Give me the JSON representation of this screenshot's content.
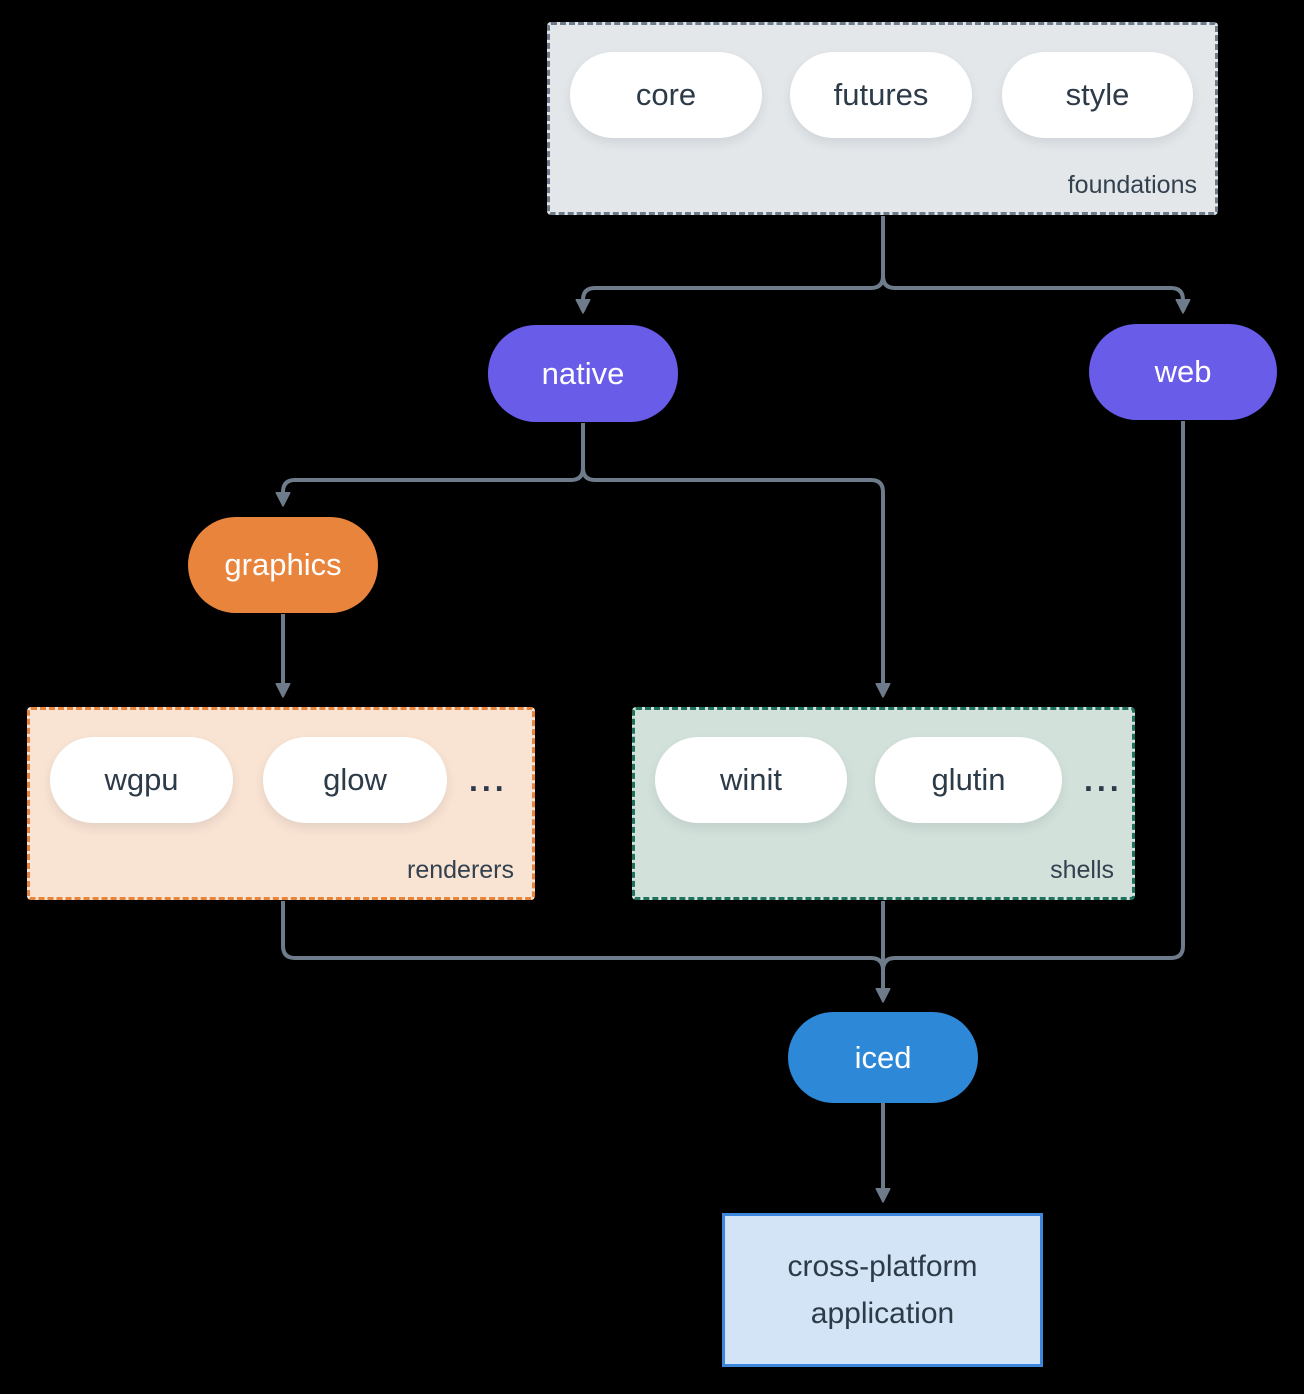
{
  "groups": {
    "foundations": {
      "label": "foundations",
      "pills": [
        "core",
        "futures",
        "style"
      ],
      "fill": "#e3e7ea",
      "border": "#6e7b8a"
    },
    "renderers": {
      "label": "renderers",
      "pills": [
        "wgpu",
        "glow"
      ],
      "ellipsis": "...",
      "fill": "#f9e3d3",
      "border": "#e8843c"
    },
    "shells": {
      "label": "shells",
      "pills": [
        "winit",
        "glutin"
      ],
      "ellipsis": "...",
      "fill": "#d3e1db",
      "border": "#20725f"
    }
  },
  "nodes": {
    "native": {
      "label": "native",
      "fill": "#695ce8"
    },
    "web": {
      "label": "web",
      "fill": "#695ce8"
    },
    "graphics": {
      "label": "graphics",
      "fill": "#e8843c"
    },
    "iced": {
      "label": "iced",
      "fill": "#2d88d8"
    }
  },
  "app_box": {
    "line1": "cross-platform",
    "line2": "application",
    "fill": "#d3e4f6",
    "border": "#3c87dc"
  },
  "edges": [
    {
      "from": "foundations",
      "to": "native"
    },
    {
      "from": "foundations",
      "to": "web"
    },
    {
      "from": "native",
      "to": "graphics"
    },
    {
      "from": "native",
      "to": "shells"
    },
    {
      "from": "graphics",
      "to": "renderers"
    },
    {
      "from": "renderers",
      "to": "iced"
    },
    {
      "from": "shells",
      "to": "iced"
    },
    {
      "from": "web",
      "to": "iced"
    },
    {
      "from": "iced",
      "to": "cross-platform application"
    }
  ],
  "colors": {
    "background": "#000000",
    "connector": "#6e7b8a",
    "dark_text": "#2d3a48",
    "light_text": "#ffffff"
  }
}
